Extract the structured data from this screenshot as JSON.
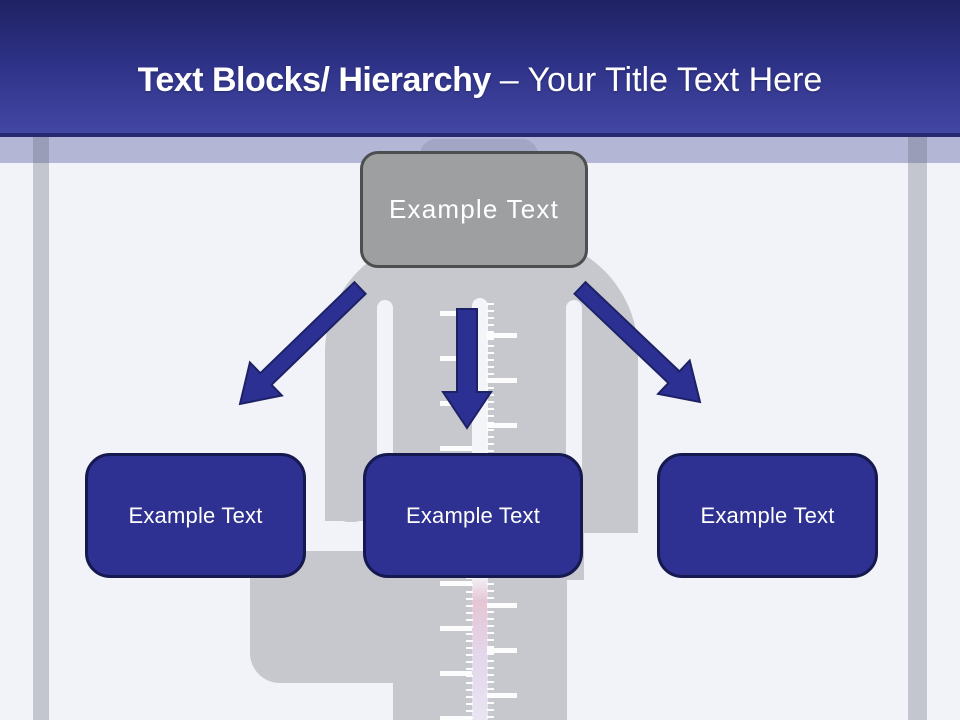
{
  "slide_title": {
    "emphasis": "Text Blocks/ Hierarchy",
    "rest": "– Your Title Text Here"
  },
  "hierarchy": {
    "root": {
      "label": "Example Text"
    },
    "children": [
      {
        "label": "Example Text"
      },
      {
        "label": "Example Text"
      },
      {
        "label": "Example Text"
      }
    ]
  },
  "colors": {
    "page-bg": "#f2f3f9",
    "header-top": "#1f2263",
    "header-mid": "#2e3287",
    "header-bottom": "#4347a4",
    "header-edge": "#272a70",
    "band": "rgba(140,143,190,0.62)",
    "edge-bar": "rgba(110,113,130,0.35)",
    "silhouette": "#c6c8cd",
    "node-root-fill": "#9e9fa1",
    "node-root-border": "#4d4e50",
    "node-fill": "#2e3191",
    "node-border": "#16194f",
    "arrow-fill": "#2c3092",
    "arrow-edge": "#1d2166",
    "text": "#ffffff"
  }
}
